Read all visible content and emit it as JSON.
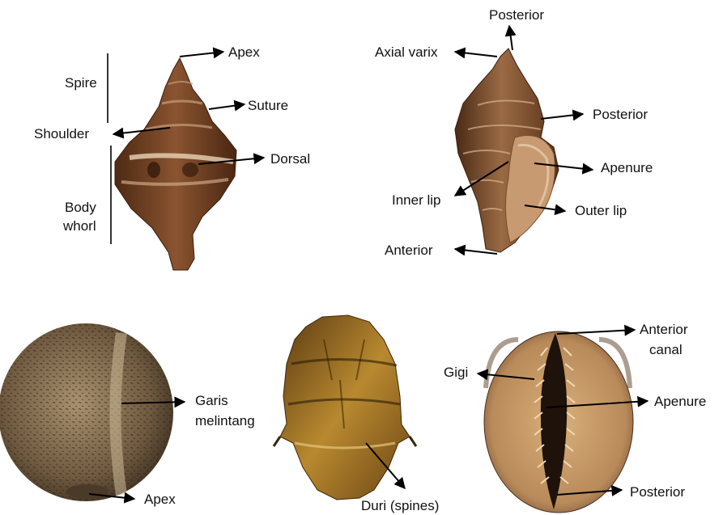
{
  "labels": {
    "shell1": {
      "apex": "Apex",
      "suture": "Suture",
      "dorsal": "Dorsal",
      "spire": "Spire",
      "shoulder": "Shoulder",
      "body_whorl_line1": "Body",
      "body_whorl_line2": "whorl"
    },
    "shell2": {
      "posterior_top": "Posterior",
      "axial_varix": "Axial varix",
      "posterior_side": "Posterior",
      "apenure": "Apenure",
      "inner_lip": "Inner lip",
      "outer_lip": "Outer lip",
      "anterior": "Anterior"
    },
    "shell3": {
      "garis_line1": "Garis",
      "garis_line2": "melintang",
      "apex": "Apex"
    },
    "shell4": {
      "duri": "Duri (spines)"
    },
    "shell5": {
      "anterior_canal_line1": "Anterior",
      "anterior_canal_line2": "canal",
      "gigi": "Gigi",
      "apenure": "Apenure",
      "posterior": "Posterior"
    }
  },
  "colors": {
    "shell_brown": "#6b3a1f",
    "shell_light": "#d9b48a",
    "cowrie_body": "#c89a6a",
    "spiny_shell": "#8a5a22",
    "aperture_dark": "#1e120a"
  }
}
